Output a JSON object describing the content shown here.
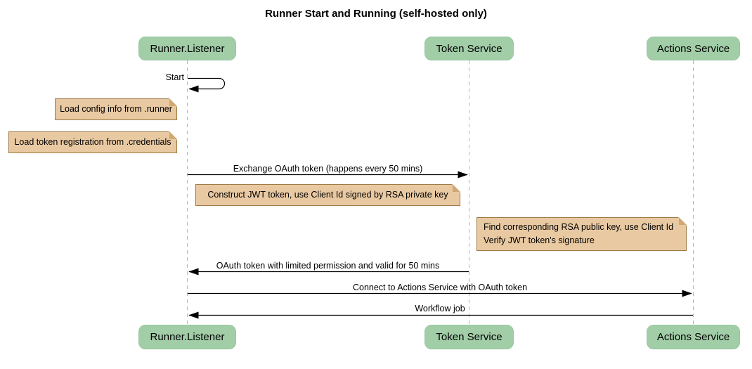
{
  "diagram": {
    "type": "sequence-diagram",
    "title": "Runner Start and Running (self-hosted only)"
  },
  "participants": [
    {
      "id": "runner-listener",
      "label": "Runner.Listener"
    },
    {
      "id": "token-service",
      "label": "Token Service"
    },
    {
      "id": "actions-service",
      "label": "Actions Service"
    }
  ],
  "messages": [
    {
      "label": "Start",
      "from": "Runner.Listener",
      "to": "Runner.Listener",
      "kind": "self"
    },
    {
      "label": "Exchange OAuth token (happens every 50 mins)",
      "from": "Runner.Listener",
      "to": "Token Service",
      "kind": "solid"
    },
    {
      "label": "OAuth token with limited permission and valid for 50 mins",
      "from": "Token Service",
      "to": "Runner.Listener",
      "kind": "solid"
    },
    {
      "label": "Connect to Actions Service with OAuth token",
      "from": "Runner.Listener",
      "to": "Actions Service",
      "kind": "solid"
    },
    {
      "label": "Workflow job",
      "from": "Actions Service",
      "to": "Runner.Listener",
      "kind": "solid"
    }
  ],
  "notes": [
    {
      "lines": [
        "Load config info from .runner"
      ],
      "position": "left of Runner.Listener"
    },
    {
      "lines": [
        "Load token registration from .credentials"
      ],
      "position": "left of Runner.Listener"
    },
    {
      "lines": [
        "Construct JWT token, use Client Id signed by RSA private key"
      ],
      "position": "between Runner.Listener and Token Service"
    },
    {
      "lines": [
        "Find corresponding RSA public key, use Client Id",
        "Verify JWT token's signature"
      ],
      "position": "between Token Service and Actions Service"
    }
  ],
  "colors": {
    "participant_fill": "#A1CDA7",
    "participant_border": "#9AC6A1",
    "note_fill": "#E9C9A2",
    "note_border": "#9D7A46",
    "note_fold": "#CFA873",
    "lifeline": "#B5B5B5",
    "arrow": "#000000",
    "text": "#000000",
    "background": "#FFFFFF"
  }
}
